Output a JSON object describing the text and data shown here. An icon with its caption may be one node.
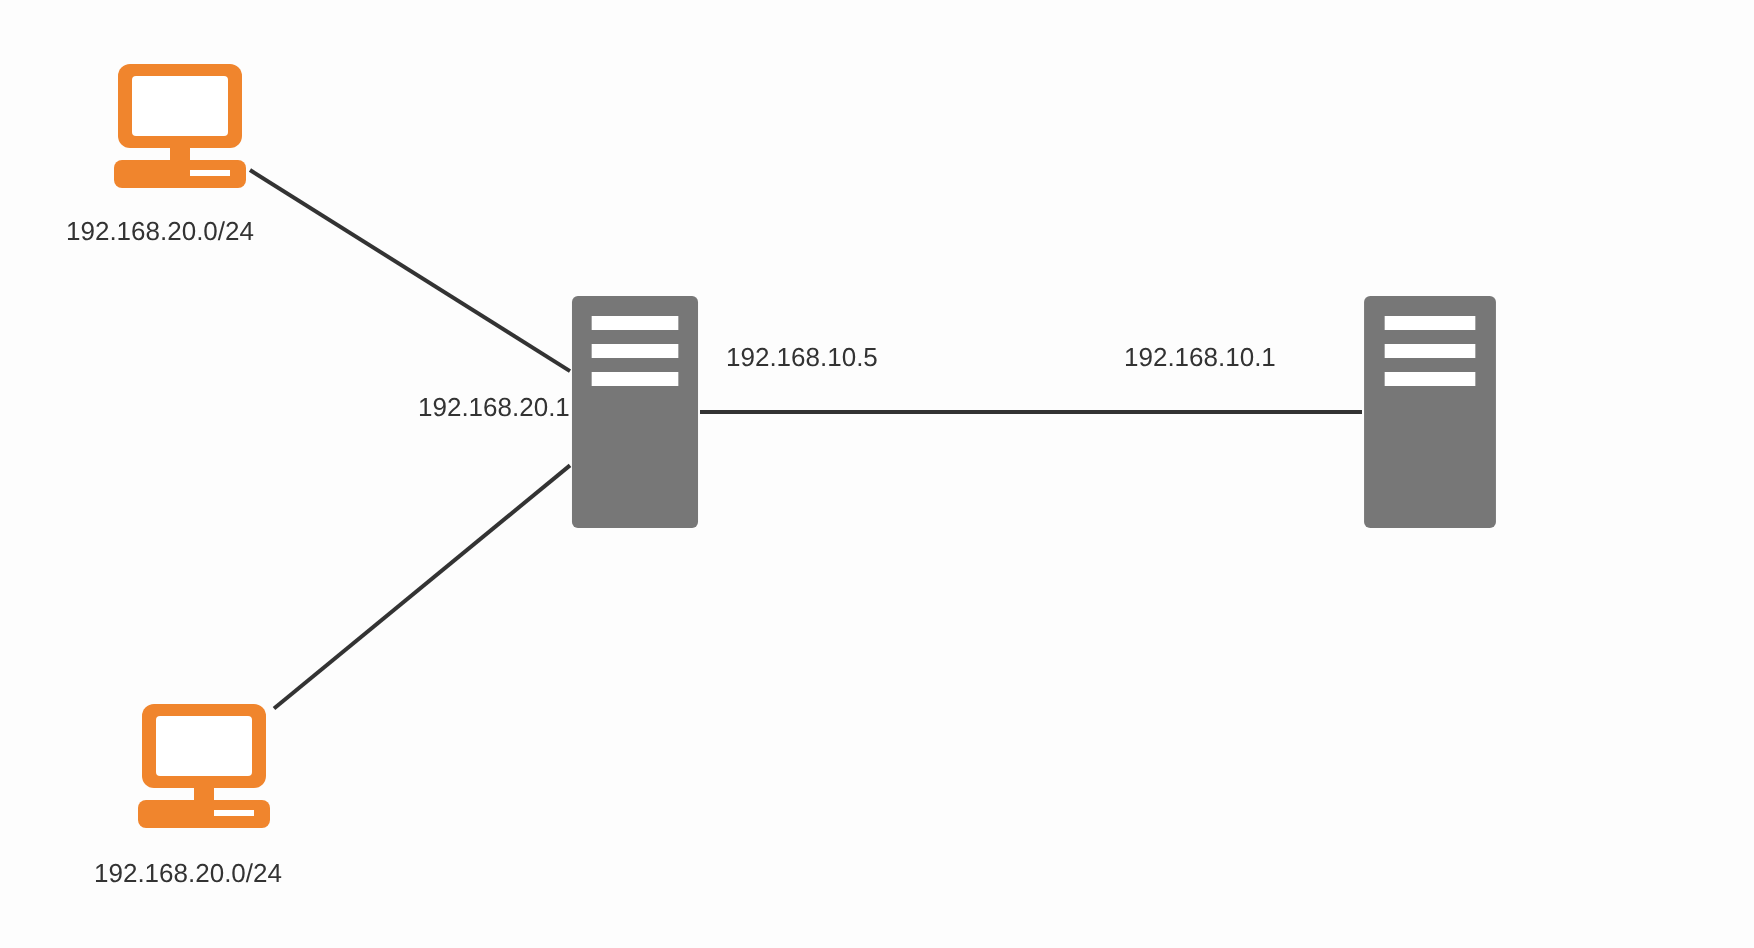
{
  "diagram": {
    "nodes": [
      {
        "text": [],
        "shape": "picture",
        "beside": [
          "192.168.20.0/24"
        ]
      },
      {
        "text": [],
        "shape": "picture",
        "beside": [
          "192.168.20.1",
          "192.168.10.5"
        ]
      },
      {
        "text": [],
        "shape": "picture",
        "beside": [
          "192.168.10.1"
        ]
      },
      {
        "text": [],
        "shape": "picture",
        "beside": [
          "192.168.20.0/24"
        ]
      }
    ],
    "edges": [
      {
        "from": 0,
        "to": 1,
        "arrow": "none"
      },
      {
        "from": 3,
        "to": 1,
        "arrow": "none"
      },
      {
        "from": 1,
        "to": 2,
        "arrow": "none"
      }
    ]
  }
}
